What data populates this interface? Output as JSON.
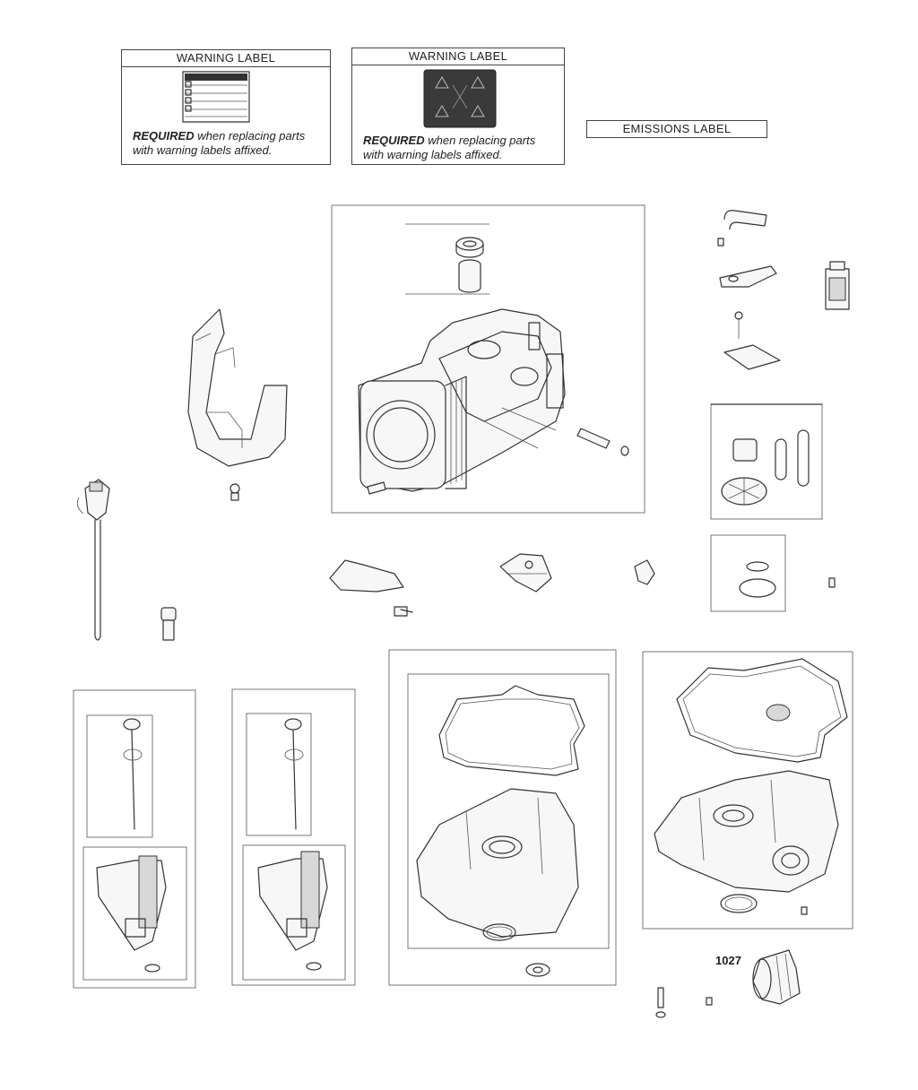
{
  "warning_label_1": {
    "title": "WARNING LABEL",
    "required_bold": "REQUIRED",
    "required_rest": " when replacing parts",
    "required_line2": "with warning labels affixed."
  },
  "warning_label_2": {
    "title": "WARNING LABEL",
    "required_bold": "REQUIRED",
    "required_rest": " when replacing parts",
    "required_line2": "with warning labels affixed."
  },
  "emissions_label": {
    "title": "EMISSIONS LABEL"
  },
  "callouts": {
    "oil_filter": "1027"
  },
  "colors": {
    "ink": "#333333",
    "paper": "#ffffff",
    "label_dark": "#3a3a3a"
  }
}
